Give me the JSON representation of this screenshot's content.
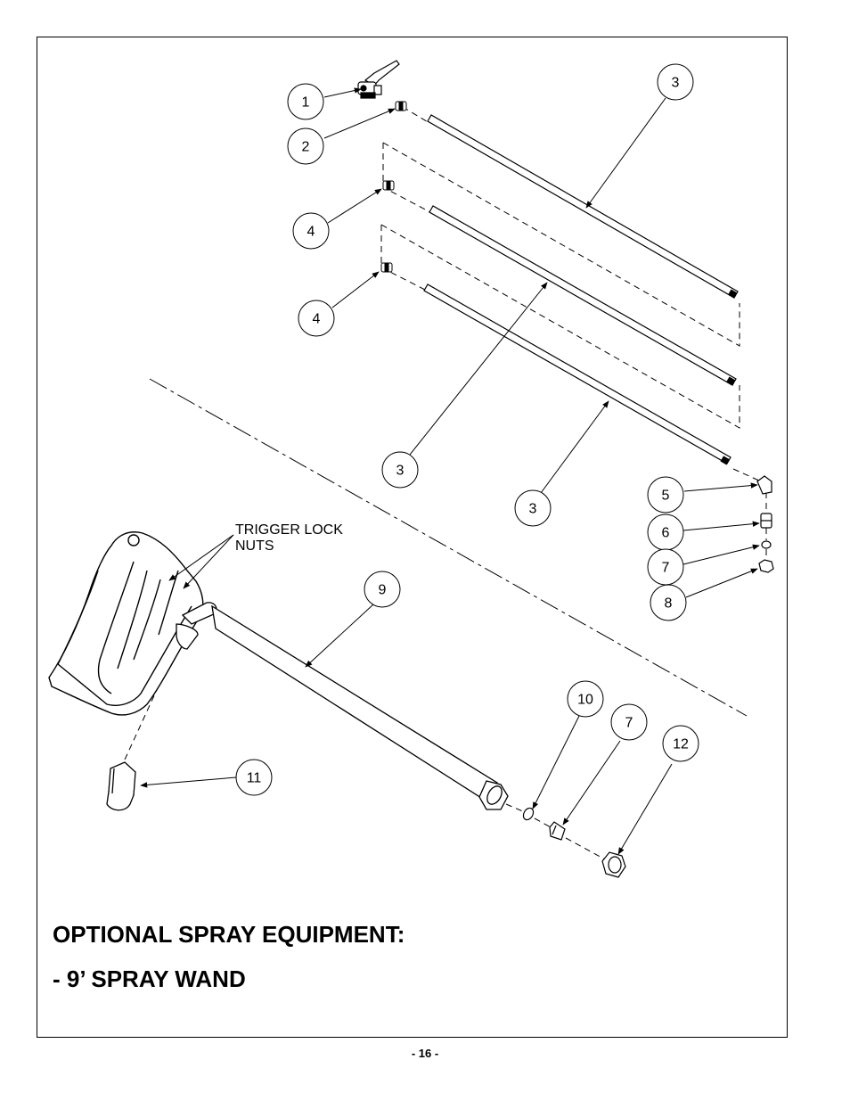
{
  "callouts": [
    "1",
    "2",
    "3",
    "3",
    "3",
    "4",
    "4",
    "5",
    "6",
    "7",
    "8",
    "9",
    "10",
    "7",
    "11",
    "12"
  ],
  "note": {
    "line1": "TRIGGER LOCK",
    "line2": "NUTS"
  },
  "title": {
    "line1": "OPTIONAL SPRAY EQUIPMENT:",
    "line2": "- 9’ SPRAY WAND"
  },
  "page_number": "- 16 -"
}
